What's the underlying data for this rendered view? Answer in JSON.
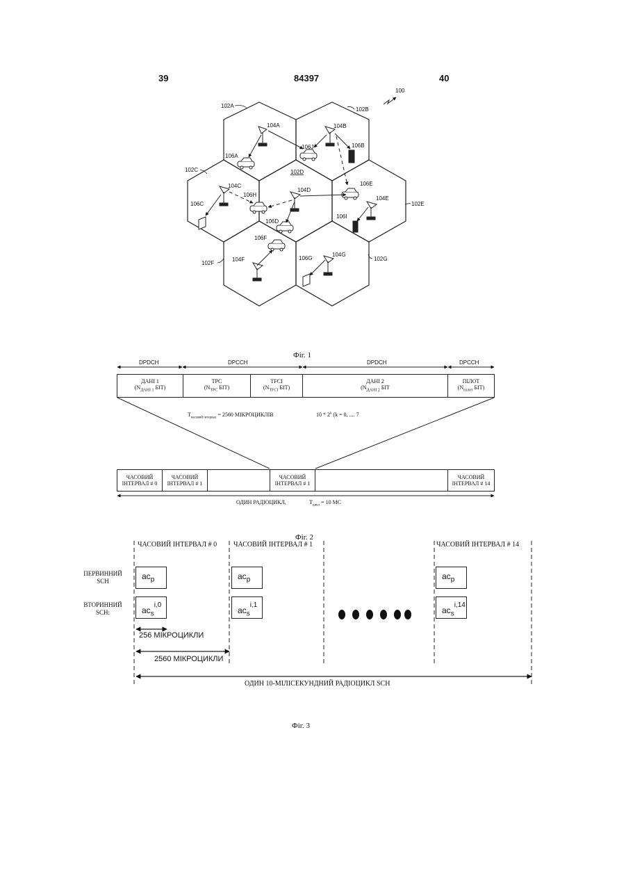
{
  "header": {
    "left_page": "39",
    "patent_number": "84397",
    "right_page": "40"
  },
  "fig1": {
    "caption": "Фіг. 1",
    "system_ref": "100",
    "cells": [
      "102A",
      "102B",
      "102C",
      "102D",
      "102E",
      "102F",
      "102G"
    ],
    "base_stations": [
      "104A",
      "104B",
      "104C",
      "104D",
      "104E",
      "104F",
      "104G"
    ],
    "terminals": [
      "106A",
      "106B",
      "106C",
      "106D",
      "106E",
      "106F",
      "106G",
      "106H",
      "106I",
      "106J"
    ]
  },
  "fig2": {
    "caption": "Фіг. 2",
    "channel_labels": [
      "DPDCH",
      "DPCCH",
      "DPDCH",
      "DPCCH"
    ],
    "fields": [
      {
        "name": "ДАНІ 1",
        "sub_pre": "(N",
        "sub": "ДАНІ 1",
        "sub_post": " БІТ)"
      },
      {
        "name": "TPC",
        "sub_pre": "(N",
        "sub": "TPC",
        "sub_post": " БІТ)"
      },
      {
        "name": "TFCI",
        "sub_pre": "(N",
        "sub": "TFCI",
        "sub_post": " БІТ)"
      },
      {
        "name": "ДАНІ 2",
        "sub_pre": "(N",
        "sub": "ДАНІ 2",
        "sub_post": " БІТ"
      },
      {
        "name": "ПІЛОТ",
        "sub_pre": "(N",
        "sub": "пілот",
        "sub_post": " БІТ)"
      }
    ],
    "slot_length_label": "T",
    "slot_length_sub": "часовий інтервал",
    "slot_length_value": " = 2560 МІКРОЦИКЛІВ",
    "bits_formula": "10 * 2",
    "bits_exp": "k",
    "bits_range": " (k = 0, .... 7",
    "slots": [
      {
        "line1": "ЧАСОВИЙ",
        "line2": "ІНТЕРВАЛ # 0"
      },
      {
        "line1": "ЧАСОВИЙ",
        "line2": "ІНТЕРВАЛ # 1"
      },
      {
        "line1": "ЧАСОВИЙ",
        "line2": "ІНТЕРВАЛ # 1"
      },
      {
        "line1": "ЧАСОВИЙ",
        "line2": "ІНТЕРВАЛ # 14"
      }
    ],
    "frame_label": "ОДИН РАДІОЦИКЛ,",
    "frame_t": "T",
    "frame_t_sub": "цикл",
    "frame_t_value": " = 10 МС"
  },
  "fig3": {
    "caption": "Фіг. 3",
    "slot_headers": [
      "ЧАСОВИЙ ІНТЕРВАЛ # 0",
      "ЧАСОВИЙ ІНТЕРВАЛ # 1",
      "ЧАСОВИЙ ІНТЕРВАЛ # 14"
    ],
    "primary_label_1": "ПЕРВИННИЙ",
    "primary_label_2": "SCH",
    "secondary_label_1": "ВТОРИННИЙ",
    "secondary_label_2": "SCH:",
    "primary_code": "ac",
    "primary_sub": "p",
    "secondary_code": "ac",
    "secondary_sub": "s",
    "secondary_sups": [
      "i,0",
      "i,1",
      "i,14"
    ],
    "dim_256": "256 МІКРОЦИКЛИ",
    "dim_2560": "2560 МІКРОЦИКЛИ",
    "frame_label": "ОДИН 10-МІЛІСЕКУНДНИЙ РАДІОЦИКЛ SCH"
  }
}
